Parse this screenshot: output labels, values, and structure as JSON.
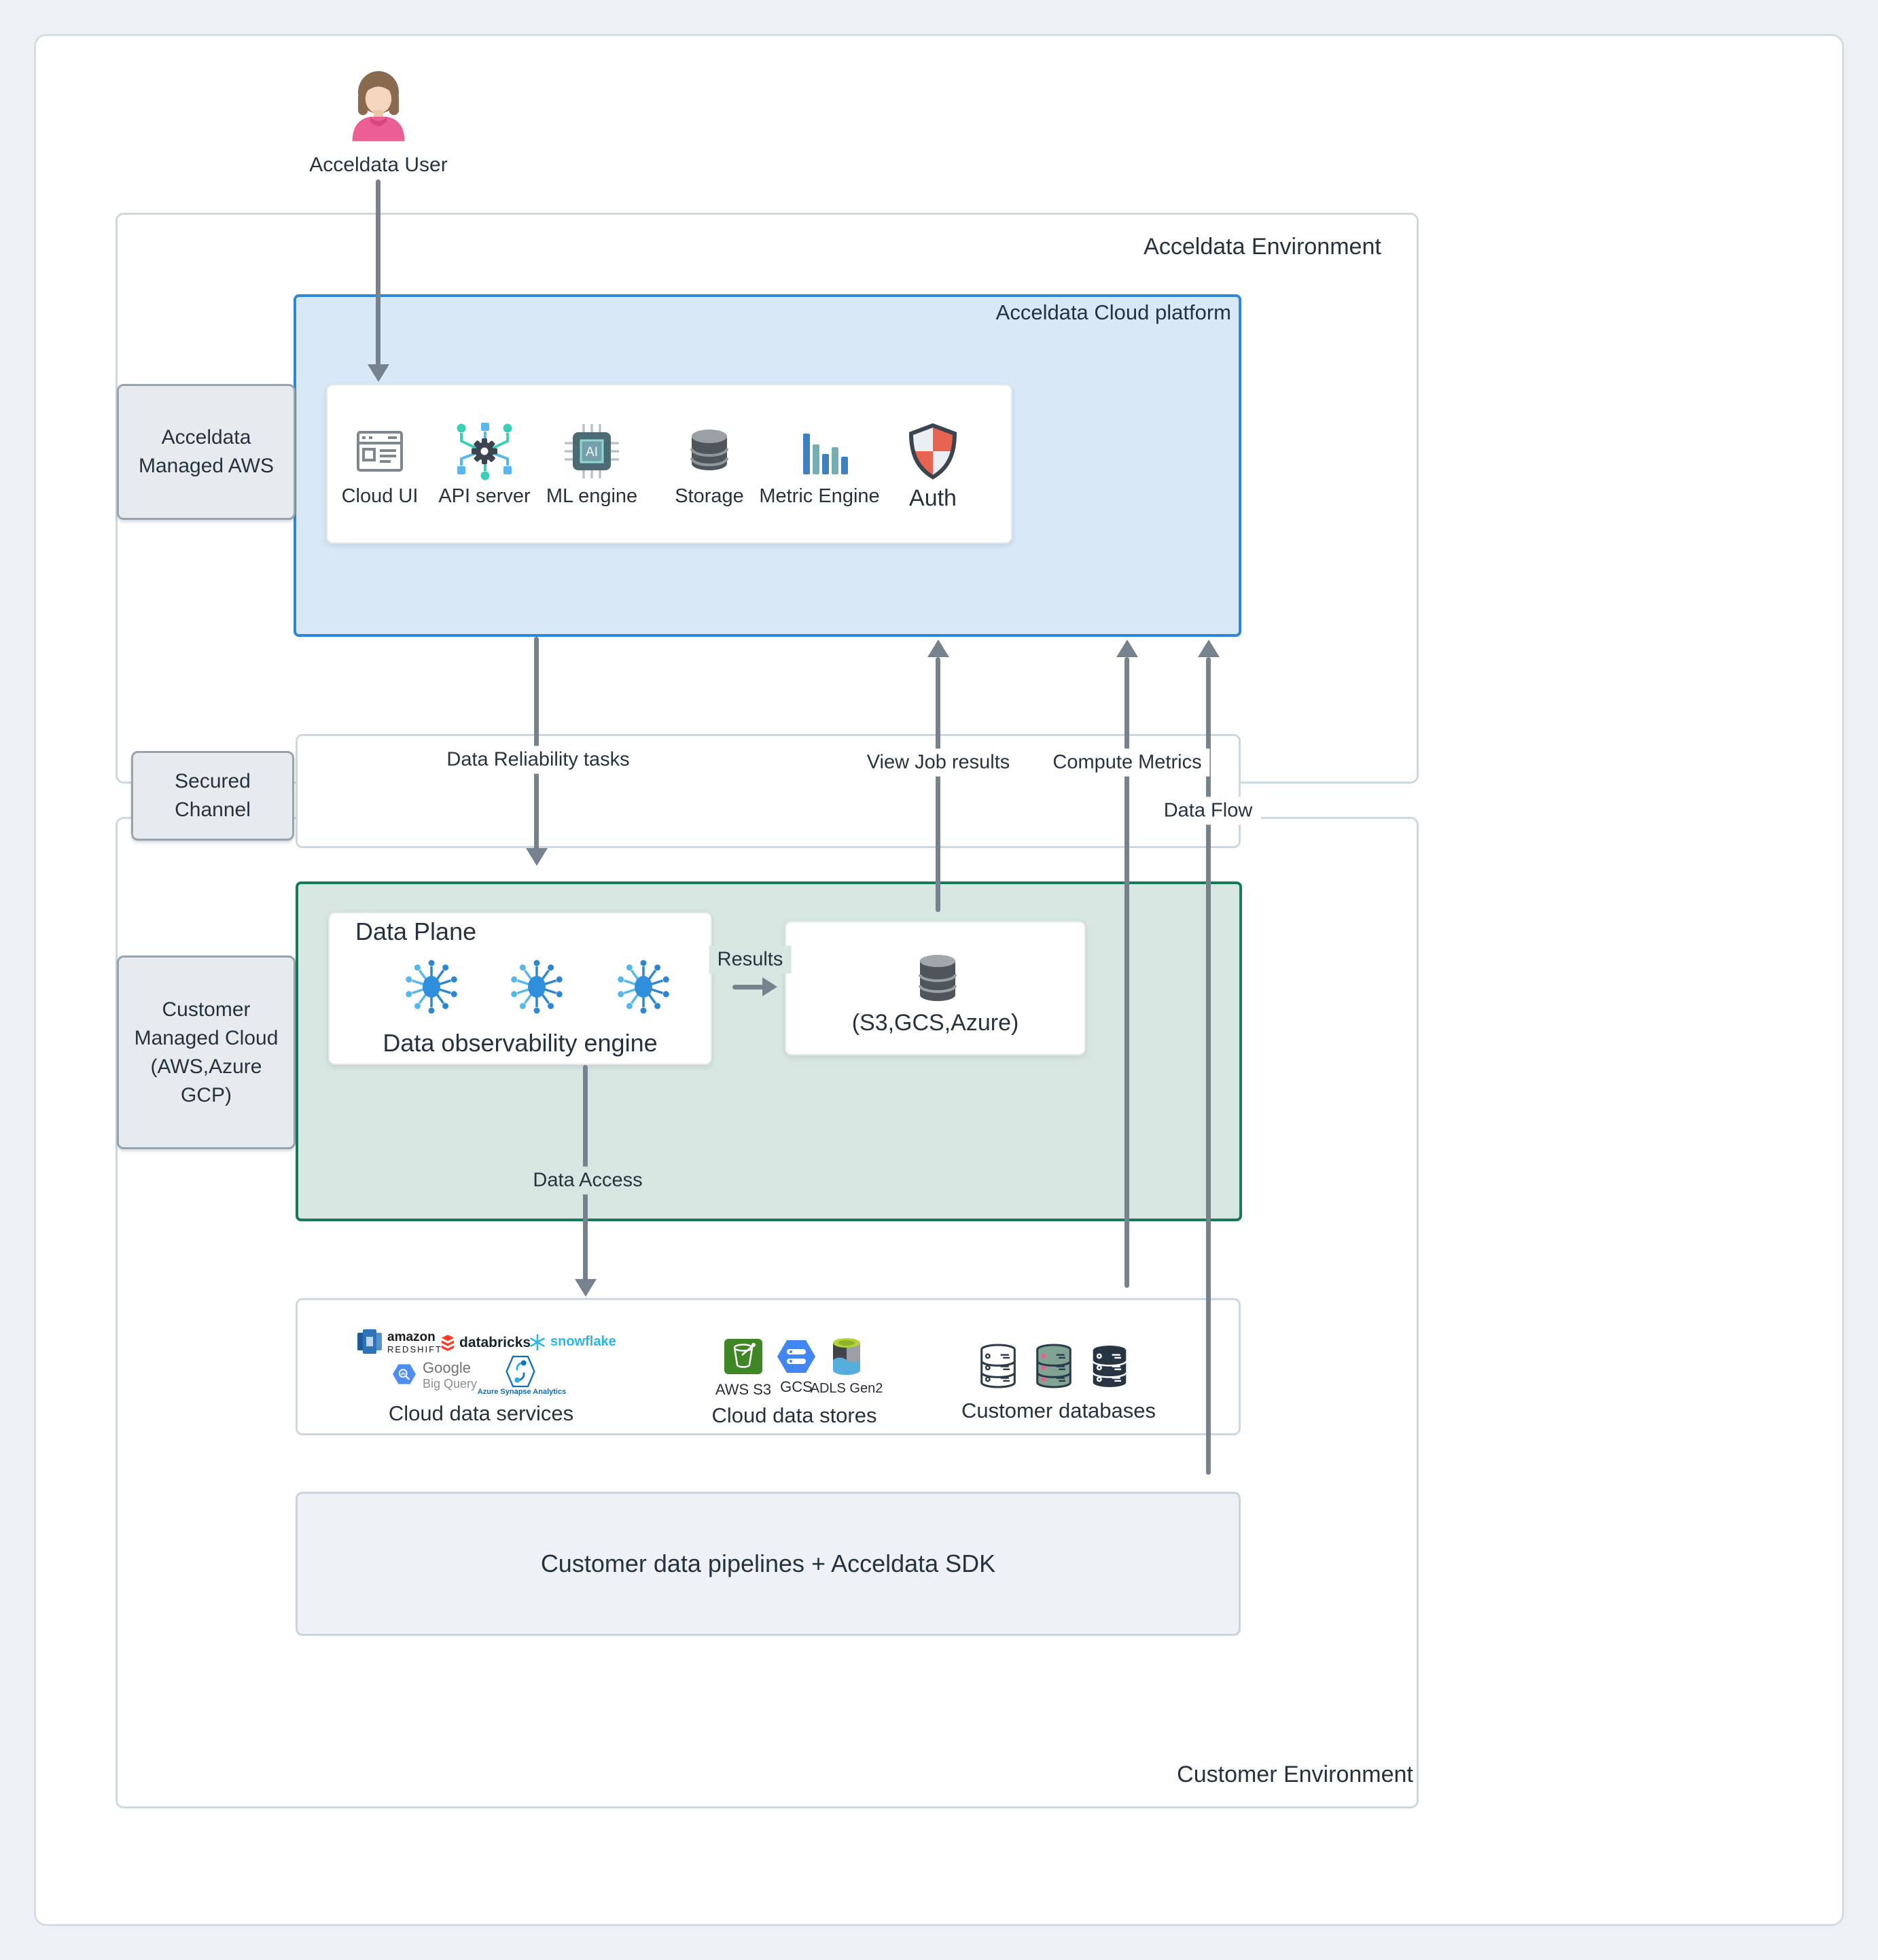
{
  "user": {
    "label": "Acceldata User"
  },
  "acceldata_env": {
    "title": "Acceldata Environment",
    "managed_box": "Acceldata Managed AWS",
    "platform": {
      "title": "Acceldata Cloud platform",
      "components": [
        "Cloud UI",
        "API server",
        "ML engine",
        "Storage",
        "Metric Engine",
        "Auth"
      ]
    }
  },
  "channel": {
    "secured_box": "Secured Channel",
    "data_reliability": "Data Reliability tasks",
    "view_job_results": "View Job results",
    "compute_metrics": "Compute Metrics",
    "data_flow": "Data Flow"
  },
  "customer_env": {
    "title": "Customer Environment",
    "managed_box": "Customer Managed Cloud (AWS,Azure GCP)",
    "data_plane": {
      "title": "Data Plane",
      "engine": "Data observability engine",
      "results_label": "Results",
      "store_label": "(S3,GCS,Azure)",
      "data_access": "Data Access"
    },
    "services": {
      "cloud_data_services": {
        "label": "Cloud data services",
        "redshift_line1": "amazon",
        "redshift_line2": "REDSHIFT",
        "databricks": "databricks",
        "snowflake": "snowflake",
        "google": "Google",
        "bigquery": "Big Query",
        "synapse": "Azure Synapse Analytics"
      },
      "cloud_data_stores": {
        "label": "Cloud data stores",
        "items": [
          "AWS S3",
          "GCS",
          "ADLS Gen2"
        ]
      },
      "customer_databases": {
        "label": "Customer databases"
      }
    },
    "pipelines": "Customer data pipelines + Acceldata SDK"
  },
  "colors": {
    "platform_border": "#2e86d8",
    "platform_fill": "#d8e8f7",
    "dataplane_border": "#15795b",
    "dataplane_fill": "#d8e6e1",
    "arrow": "#76838e",
    "text": "#26333f",
    "snowflake_blue": "#2bb5e8",
    "databricks_red": "#ff3621",
    "gcp_blue": "#4285f4",
    "s3_green": "#3f8624",
    "auth_red": "#e86450"
  }
}
